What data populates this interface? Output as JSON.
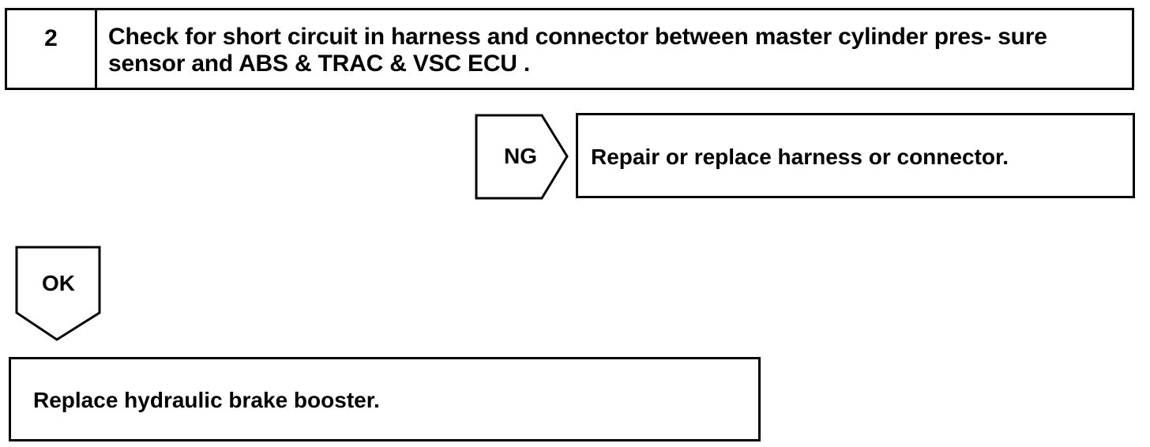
{
  "step": {
    "number": "2",
    "text": "Check for short circuit in harness and connector between master cylinder pres- sure sensor and ABS & TRAC & VSC ECU ."
  },
  "ng": {
    "label": "NG",
    "action": "Repair or replace harness or connector."
  },
  "ok": {
    "label": "OK",
    "action": "Replace hydraulic brake booster."
  }
}
